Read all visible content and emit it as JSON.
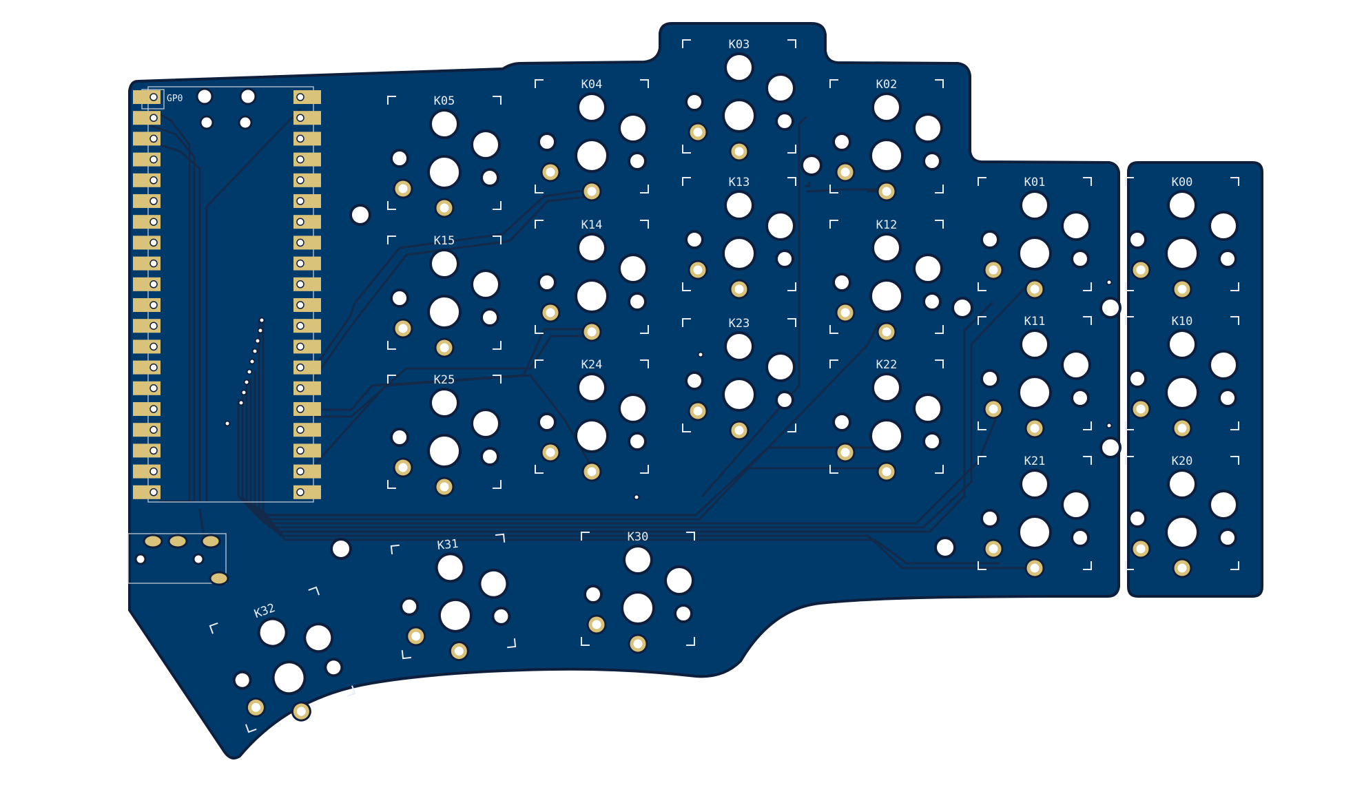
{
  "board": {
    "mcu_label": "GP0",
    "colors": {
      "background": "#ffffff",
      "substrate": "#003a6b",
      "edge": "#0e1f3d",
      "trace": "#132a4a",
      "pad_gold": "#d9c27a",
      "hole": "#ffffff",
      "silkscreen": "#e8eef5"
    }
  },
  "switches": [
    {
      "ref": "K00"
    },
    {
      "ref": "K01"
    },
    {
      "ref": "K02"
    },
    {
      "ref": "K03"
    },
    {
      "ref": "K04"
    },
    {
      "ref": "K05"
    },
    {
      "ref": "K10"
    },
    {
      "ref": "K11"
    },
    {
      "ref": "K12"
    },
    {
      "ref": "K13"
    },
    {
      "ref": "K14"
    },
    {
      "ref": "K15"
    },
    {
      "ref": "K20"
    },
    {
      "ref": "K21"
    },
    {
      "ref": "K22"
    },
    {
      "ref": "K23"
    },
    {
      "ref": "K24"
    },
    {
      "ref": "K25"
    },
    {
      "ref": "K30"
    },
    {
      "ref": "K31"
    },
    {
      "ref": "K32"
    }
  ]
}
